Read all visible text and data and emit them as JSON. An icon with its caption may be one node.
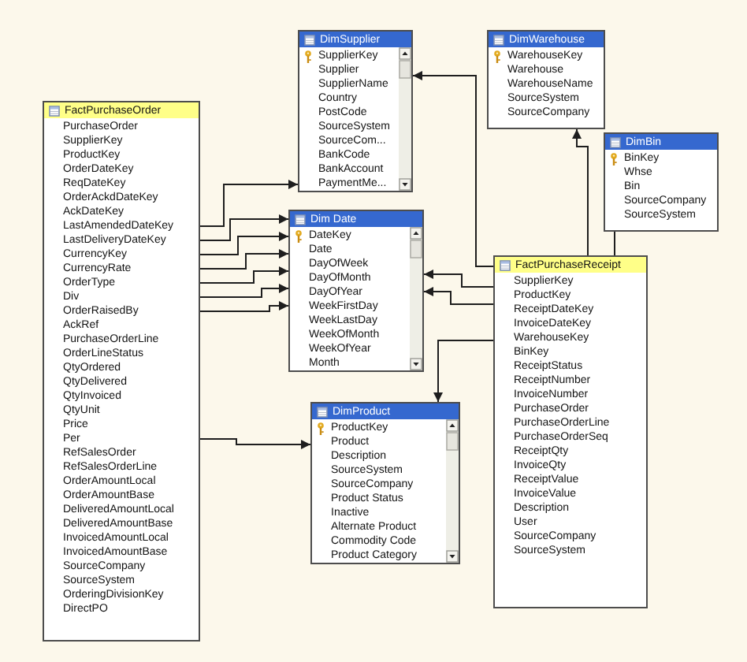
{
  "diagram": {
    "nodes": [
      {
        "text": [
          "DimSupplier",
          "SupplierKey",
          "Supplier",
          "SupplierName",
          "Country",
          "PostCode",
          "SourceSystem",
          "SourceCom...",
          "BankCode",
          "BankAccount",
          "PaymentMe..."
        ]
      },
      {
        "text": [
          "DimWarehouse",
          "WarehouseKey",
          "Warehouse",
          "WarehouseName",
          "SourceSystem",
          "SourceCompany"
        ]
      },
      {
        "text": [
          "FactPurchaseOrder",
          "PurchaseOrder",
          "SupplierKey",
          "ProductKey",
          "OrderDateKey",
          "ReqDateKey",
          "OrderAckdDateKey",
          "AckDateKey",
          "LastAmendedDateKey",
          "LastDeliveryDateKey",
          "CurrencyKey",
          "CurrencyRate",
          "OrderType",
          "Div",
          "OrderRaisedBy",
          "AckRef",
          "PurchaseOrderLine",
          "OrderLineStatus",
          "QtyOrdered",
          "QtyDelivered",
          "QtyInvoiced",
          "QtyUnit",
          "Price",
          "Per",
          "RefSalesOrder",
          "RefSalesOrderLine",
          "OrderAmountLocal",
          "OrderAmountBase",
          "DeliveredAmountLocal",
          "DeliveredAmountBase",
          "InvoicedAmountLocal",
          "InvoicedAmountBase",
          "SourceCompany",
          "SourceSystem",
          "OrderingDivisionKey",
          "DirectPO"
        ]
      },
      {
        "text": [
          "DimBin",
          "BinKey",
          "Whse",
          "Bin",
          "SourceCompany",
          "SourceSystem"
        ]
      },
      {
        "text": [
          "Dim Date",
          "DateKey",
          "Date",
          "DayOfWeek",
          "DayOfMonth",
          "DayOfYear",
          "WeekFirstDay",
          "WeekLastDay",
          "WeekOfMonth",
          "WeekOfYear",
          "Month"
        ]
      },
      {
        "text": [
          "FactPurchaseReceipt",
          "SupplierKey",
          "ProductKey",
          "ReceiptDateKey",
          "InvoiceDateKey",
          "WarehouseKey",
          "BinKey",
          "ReceiptStatus",
          "ReceiptNumber",
          "InvoiceNumber",
          "PurchaseOrder",
          "PurchaseOrderLine",
          "PurchaseOrderSeq",
          "ReceiptQty",
          "InvoiceQty",
          "ReceiptValue",
          "InvoiceValue",
          "Description",
          "User",
          "SourceCompany",
          "SourceSystem"
        ]
      },
      {
        "text": [
          "DimProduct",
          "ProductKey",
          "Product",
          "Description",
          "SourceSystem",
          "SourceCompany",
          "Product Status",
          "Inactive",
          "Alternate Product",
          "Commodity Code",
          "Product Category"
        ]
      }
    ],
    "edges": [
      {
        "from": 2,
        "to": 0,
        "arrow": "to"
      },
      {
        "from": 2,
        "to": 4,
        "arrow": "to"
      },
      {
        "from": 2,
        "to": 4,
        "arrow": "to"
      },
      {
        "from": 2,
        "to": 4,
        "arrow": "to"
      },
      {
        "from": 2,
        "to": 4,
        "arrow": "to"
      },
      {
        "from": 2,
        "to": 4,
        "arrow": "to"
      },
      {
        "from": 2,
        "to": 4,
        "arrow": "to"
      },
      {
        "from": 2,
        "to": 6,
        "arrow": "to"
      },
      {
        "from": 5,
        "to": 0,
        "arrow": "to"
      },
      {
        "from": 5,
        "to": 4,
        "arrow": "to"
      },
      {
        "from": 5,
        "to": 4,
        "arrow": "to"
      },
      {
        "from": 5,
        "to": 6,
        "arrow": "to"
      },
      {
        "from": 5,
        "to": 1,
        "arrow": "to"
      },
      {
        "from": 5,
        "to": 3,
        "arrow": "none"
      }
    ]
  }
}
